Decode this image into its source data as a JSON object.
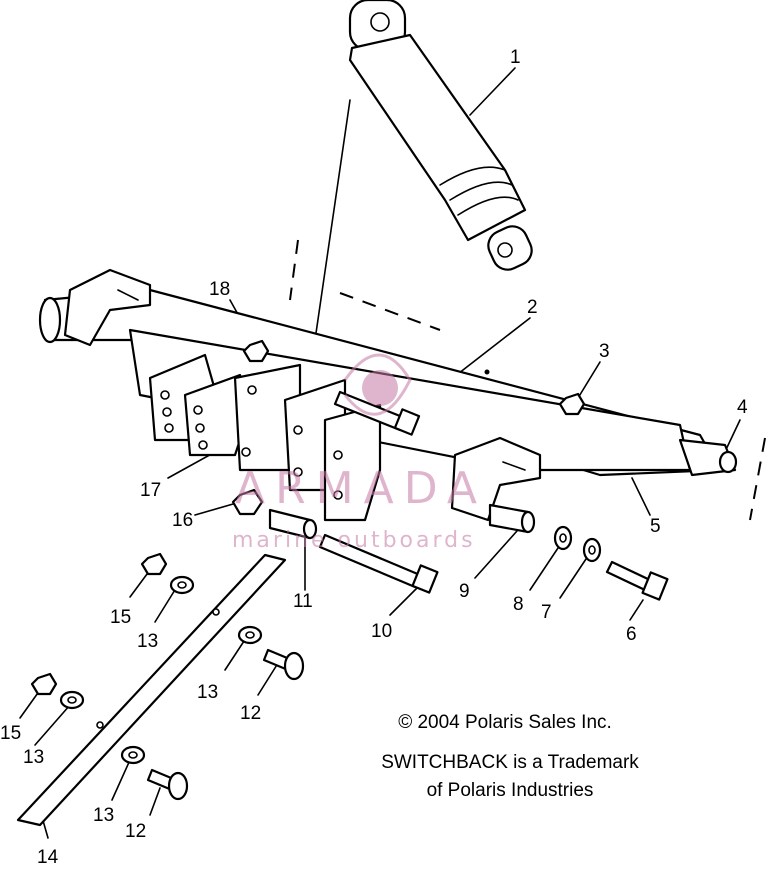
{
  "callouts": {
    "c1": "1",
    "c2": "2",
    "c3": "3",
    "c4": "4",
    "c5": "5",
    "c6": "6",
    "c7": "7",
    "c8": "8",
    "c9": "9",
    "c10": "10",
    "c11": "11",
    "c12a": "12",
    "c12b": "12",
    "c13a": "13",
    "c13b": "13",
    "c13c": "13",
    "c13d": "13",
    "c14": "14",
    "c15a": "15",
    "c15b": "15",
    "c16": "16",
    "c17": "17",
    "c18": "18"
  },
  "notes": {
    "copyright": "© 2004 Polaris Sales Inc.",
    "trademark_line1": "SWITCHBACK is a Trademark",
    "trademark_line2": "of Polaris Industries"
  },
  "watermark": {
    "brand": "ARMADA",
    "tagline": "marine outboards",
    "color": "#c57aa6"
  }
}
